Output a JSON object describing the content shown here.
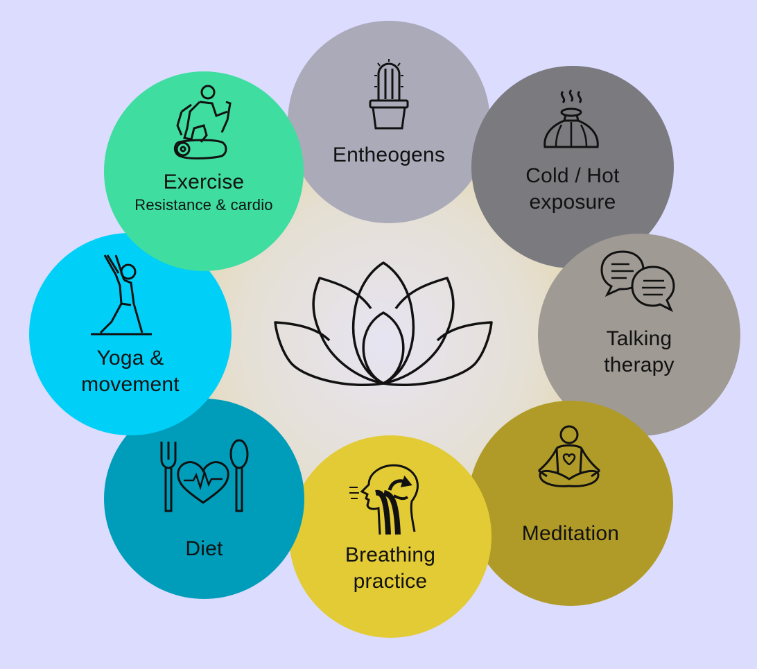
{
  "nodes": {
    "entheogens": {
      "label": "Entheogens",
      "icon": "cactus-icon",
      "color": "#abaab9"
    },
    "cold_hot": {
      "label_line1": "Cold / Hot",
      "label_line2": "exposure",
      "icon": "herbal-compress-icon",
      "color": "#7b7a7f"
    },
    "talking": {
      "label_line1": "Talking",
      "label_line2": "therapy",
      "icon": "speech-bubbles-icon",
      "color": "#9f9a93"
    },
    "meditation": {
      "label": "Meditation",
      "icon": "meditating-person-icon",
      "color": "#b09b28"
    },
    "breathing": {
      "label_line1": "Breathing",
      "label_line2": "practice",
      "icon": "breathing-airway-icon",
      "color": "#e3cb36"
    },
    "diet": {
      "label": "Diet",
      "icon": "fork-heart-spoon-icon",
      "color": "#009dba"
    },
    "yoga": {
      "label_line1": "Yoga &",
      "label_line2": "movement",
      "icon": "yoga-pose-icon",
      "color": "#00d0f7"
    },
    "exercise": {
      "label": "Exercise",
      "sub": "Resistance & cardio",
      "icon": "exercise-bike-icon",
      "color": "#3fdd9f"
    }
  },
  "center": {
    "icon": "lotus-icon"
  }
}
